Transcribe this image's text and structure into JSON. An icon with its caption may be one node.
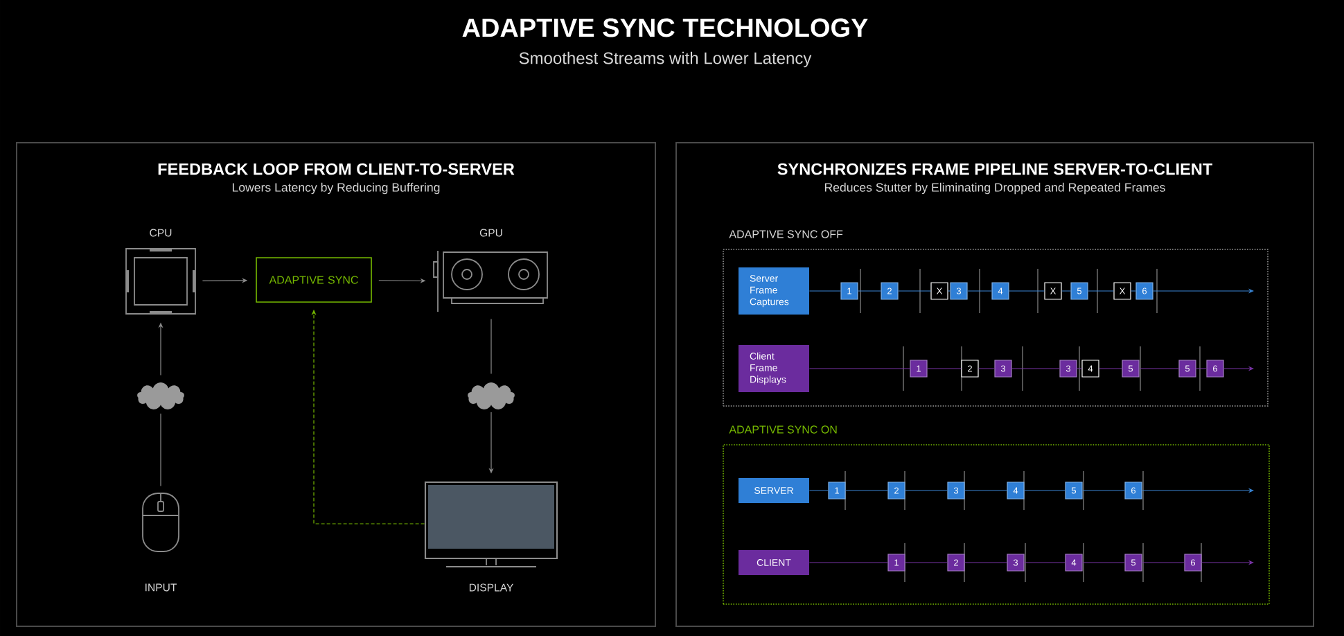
{
  "diagram": {
    "title": "ADAPTIVE SYNC TECHNOLOGY",
    "nodes": [
      {
        "text": [
          "FEEDBACK LOOP FROM CLIENT-TO-SERVER",
          "Lowers Latency by Reducing Buffering"
        ]
      },
      {
        "text": [
          "CPU"
        ],
        "in": 0
      },
      {
        "text": [
          "ADAPTIVE SYNC"
        ],
        "in": 0
      },
      {
        "text": [
          "GPU"
        ],
        "in": 0
      },
      {
        "text": [],
        "shape": "cloud",
        "in": 0
      },
      {
        "text": [],
        "shape": "cloud",
        "in": 0
      },
      {
        "text": [
          "INPUT"
        ],
        "in": 0
      },
      {
        "text": [
          "DISPLAY"
        ],
        "in": 0
      },
      {
        "text": [
          "SYNCHRONIZES FRAME PIPELINE SERVER-TO-CLIENT",
          "Reduces Stutter by Eliminating Dropped and Repeated Frames"
        ]
      },
      {
        "text": [
          "ADAPTIVE SYNC OFF"
        ],
        "in": 8
      },
      {
        "text": [
          "Server Frame Captures"
        ],
        "in": 9
      },
      {
        "text": [
          "1"
        ],
        "in": 9
      },
      {
        "text": [
          "2"
        ],
        "in": 9
      },
      {
        "text": [
          "X"
        ],
        "in": 9
      },
      {
        "text": [
          "3"
        ],
        "in": 9
      },
      {
        "text": [
          "4"
        ],
        "in": 9
      },
      {
        "text": [
          "X"
        ],
        "in": 9
      },
      {
        "text": [
          "5"
        ],
        "in": 9
      },
      {
        "text": [
          "X"
        ],
        "in": 9
      },
      {
        "text": [
          "6"
        ],
        "in": 9
      },
      {
        "text": [
          "Client Frame Displays"
        ],
        "in": 9
      },
      {
        "text": [
          "1"
        ],
        "in": 9
      },
      {
        "text": [
          "2"
        ],
        "in": 9
      },
      {
        "text": [
          "3"
        ],
        "in": 9
      },
      {
        "text": [
          "3"
        ],
        "in": 9
      },
      {
        "text": [
          "4"
        ],
        "in": 9
      },
      {
        "text": [
          "5"
        ],
        "in": 9
      },
      {
        "text": [
          "5"
        ],
        "in": 9
      },
      {
        "text": [
          "6"
        ],
        "in": 9
      },
      {
        "text": [
          "ADAPTIVE SYNC ON"
        ],
        "in": 8
      },
      {
        "text": [
          "SERVER"
        ],
        "in": 29
      },
      {
        "text": [
          "1"
        ],
        "in": 29
      },
      {
        "text": [
          "2"
        ],
        "in": 29
      },
      {
        "text": [
          "3"
        ],
        "in": 29
      },
      {
        "text": [
          "4"
        ],
        "in": 29
      },
      {
        "text": [
          "5"
        ],
        "in": 29
      },
      {
        "text": [
          "6"
        ],
        "in": 29
      },
      {
        "text": [
          "CLIENT"
        ],
        "in": 29
      },
      {
        "text": [
          "1"
        ],
        "in": 29
      },
      {
        "text": [
          "2"
        ],
        "in": 29
      },
      {
        "text": [
          "3"
        ],
        "in": 29
      },
      {
        "text": [
          "4"
        ],
        "in": 29
      },
      {
        "text": [
          "5"
        ],
        "in": 29
      },
      {
        "text": [
          "6"
        ],
        "in": 29
      }
    ],
    "edges": [
      {
        "from": 1,
        "to": 2,
        "arrow": "to"
      },
      {
        "from": 2,
        "to": 3,
        "arrow": "to"
      },
      {
        "from": 6,
        "to": 4,
        "arrow": "none"
      },
      {
        "from": 4,
        "to": 1,
        "arrow": "to"
      },
      {
        "from": 3,
        "to": 5,
        "arrow": "none"
      },
      {
        "from": 5,
        "to": 7,
        "arrow": "to"
      },
      {
        "from": 7,
        "to": 2,
        "arrow": "to",
        "style": "dashed",
        "color": "#76b900"
      },
      {
        "from": 10,
        "to": null,
        "arrow": "to",
        "color": "#3a86d6"
      },
      {
        "from": 20,
        "to": null,
        "arrow": "to",
        "color": "#7a35a8"
      },
      {
        "from": 30,
        "to": null,
        "arrow": "to",
        "color": "#3a86d6"
      },
      {
        "from": 37,
        "to": null,
        "arrow": "to",
        "color": "#7a35a8"
      }
    ],
    "labels": [
      "Smoothest Streams with Lower Latency"
    ]
  }
}
